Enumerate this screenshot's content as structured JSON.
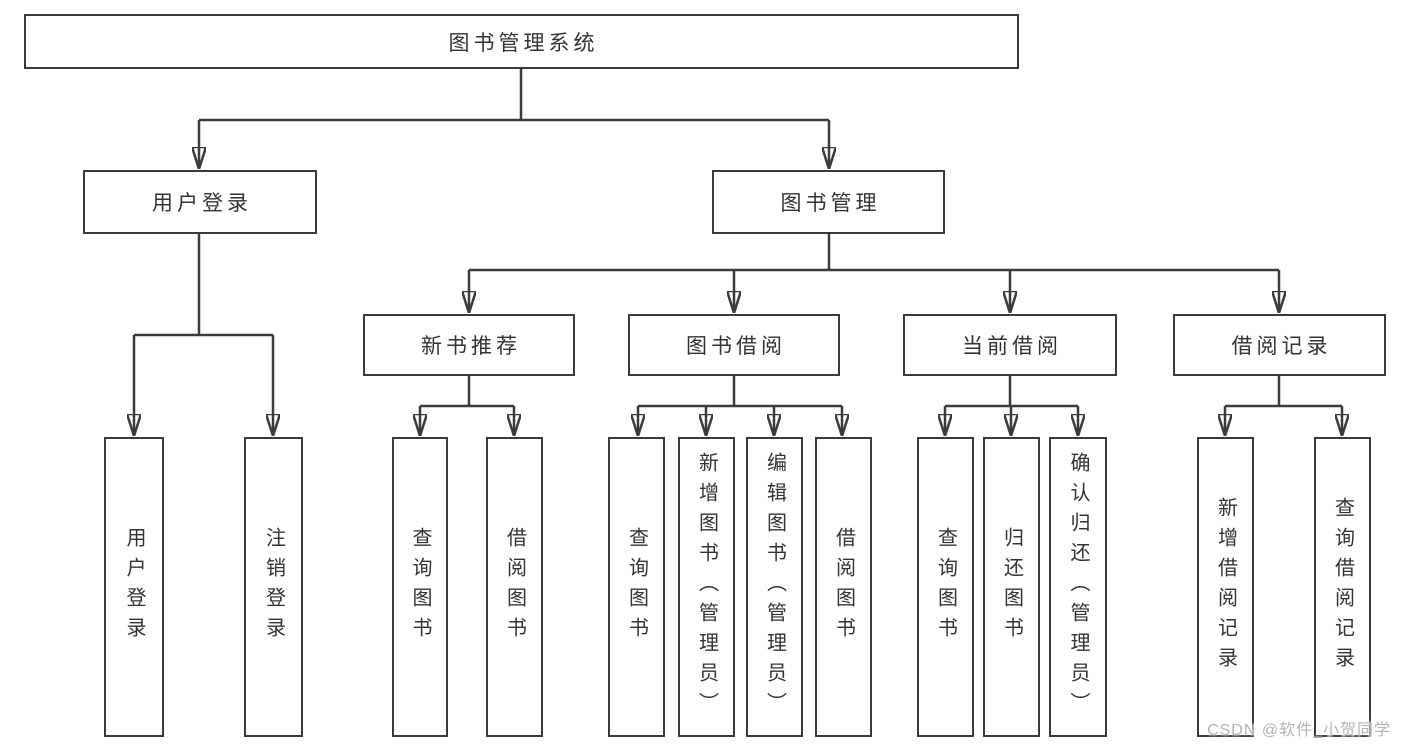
{
  "diagram": {
    "type": "hierarchy-tree",
    "colors": {
      "line": "#3b3b3b",
      "box_border": "#3a3a3a",
      "text": "#333333",
      "watermark_text": "#b3b3b3",
      "background": "#ffffff"
    },
    "tree": {
      "root": "图书管理系统",
      "branches": [
        {
          "label": "用户登录",
          "children": [
            "用户登录",
            "注销登录"
          ]
        },
        {
          "label": "图书管理",
          "children": [
            {
              "label": "新书推荐",
              "children": [
                "查询图书",
                "借阅图书"
              ]
            },
            {
              "label": "图书借阅",
              "children": [
                "查询图书",
                "新增图书（管理员）",
                "编辑图书（管理员）",
                "借阅图书"
              ]
            },
            {
              "label": "当前借阅",
              "children": [
                "查询图书",
                "归还图书",
                "确认归还（管理员）"
              ]
            },
            {
              "label": "借阅记录",
              "children": [
                "新增借阅记录",
                "查询借阅记录"
              ]
            }
          ]
        }
      ]
    }
  },
  "watermark": "CSDN @软件_小贺同学"
}
